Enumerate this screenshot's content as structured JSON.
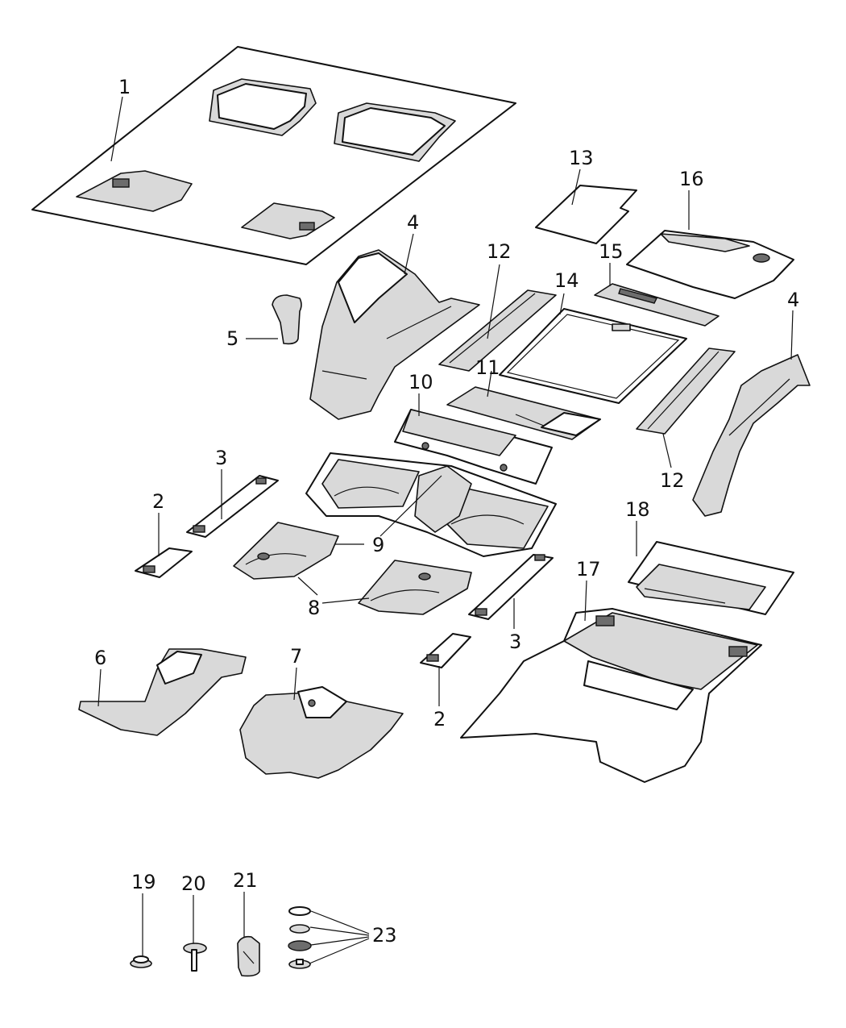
{
  "callouts": {
    "c1": "1",
    "c2a": "2",
    "c2b": "2",
    "c3a": "3",
    "c3b": "3",
    "c4a": "4",
    "c4b": "4",
    "c5": "5",
    "c6": "6",
    "c7": "7",
    "c8": "8",
    "c9": "9",
    "c10": "10",
    "c11": "11",
    "c12a": "12",
    "c12b": "12",
    "c13": "13",
    "c14": "14",
    "c15": "15",
    "c16": "16",
    "c17": "17",
    "c18": "18",
    "c19": "19",
    "c20": "20",
    "c21": "21",
    "c23": "23"
  }
}
